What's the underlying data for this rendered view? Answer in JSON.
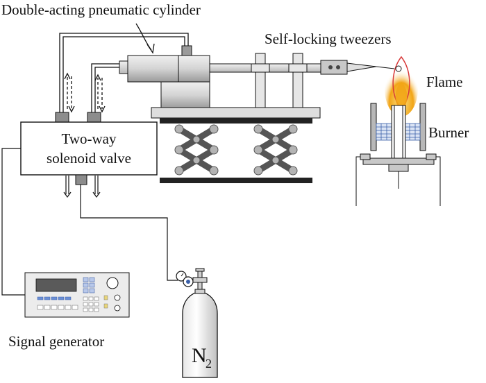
{
  "labels": {
    "cylinder": "Double-acting pneumatic cylinder",
    "tweezers": "Self-locking tweezers",
    "flame": "Flame",
    "burner": "Burner",
    "valve_line1": "Two-way",
    "valve_line2": "solenoid valve",
    "signal_generator": "Signal generator",
    "n2_base": "N",
    "n2_sub": "2"
  },
  "colors": {
    "line": "#111111",
    "metal_light": "#dcdcdc",
    "metal_mid": "#c8c8c8",
    "metal_dark": "#8c8c8c",
    "scissor": "#555555",
    "flame_outline": "#d83a3a",
    "flame_core": "#f2a516",
    "flame_glow": "#fbd86a",
    "mesh": "#3a5fa8"
  },
  "icons": {
    "arrow": "dashed-arrow-icon",
    "regulator": "gauge-icon"
  }
}
